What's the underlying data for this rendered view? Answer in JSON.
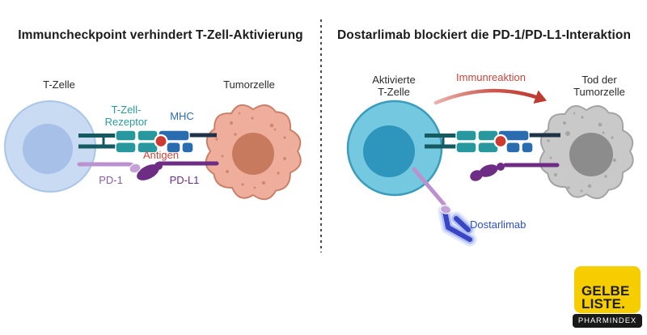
{
  "left_panel": {
    "title": "Immuncheckpoint verhindert T-Zell-Aktivierung",
    "t_cell_label": "T-Zelle",
    "tumor_cell_label": "Tumorzelle",
    "tcr_label": "T-Zell-\nRezeptor",
    "mhc_label": "MHC",
    "antigen_label": "Antigen",
    "pd1_label": "PD-1",
    "pdl1_label": "PD-L1"
  },
  "right_panel": {
    "title": "Dostarlimab blockiert die PD-1/PD-L1-Interaktion",
    "t_cell_label": "Aktivierte\nT-Zelle",
    "immune_reaction_label": "Immunreaktion",
    "tumor_cell_label": "Tod der\nTumorzelle",
    "antibody_label": "Dostarlimab"
  },
  "logo": {
    "brand_line1": "GELBE",
    "brand_line2": "LISTE.",
    "subtitle": "PHARMINDEX"
  },
  "colors": {
    "t_cell_fill": "#c9dbf2",
    "t_cell_nucleus": "#a7c0e8",
    "activated_t_cell_fill": "#74c8e0",
    "activated_t_cell_nucleus": "#2e96bc",
    "tumor_cell_fill": "#efae9c",
    "tumor_cell_nucleus": "#c87a5f",
    "dead_tumor_fill": "#c9c9c9",
    "dead_tumor_nucleus": "#8c8c8c",
    "tcr_teal": "#27989e",
    "mhc_blue": "#2a6cb0",
    "antigen_red": "#cf3b30",
    "membrane_teal": "#155a60",
    "membrane_navy": "#1f3348",
    "pd1_lavender": "#bb92cf",
    "pdl1_purple": "#6e2d85",
    "immune_red": "#bf3a31",
    "dostarlimab_blue": "#3a45c3",
    "logo_yellow": "#f6ce00"
  }
}
